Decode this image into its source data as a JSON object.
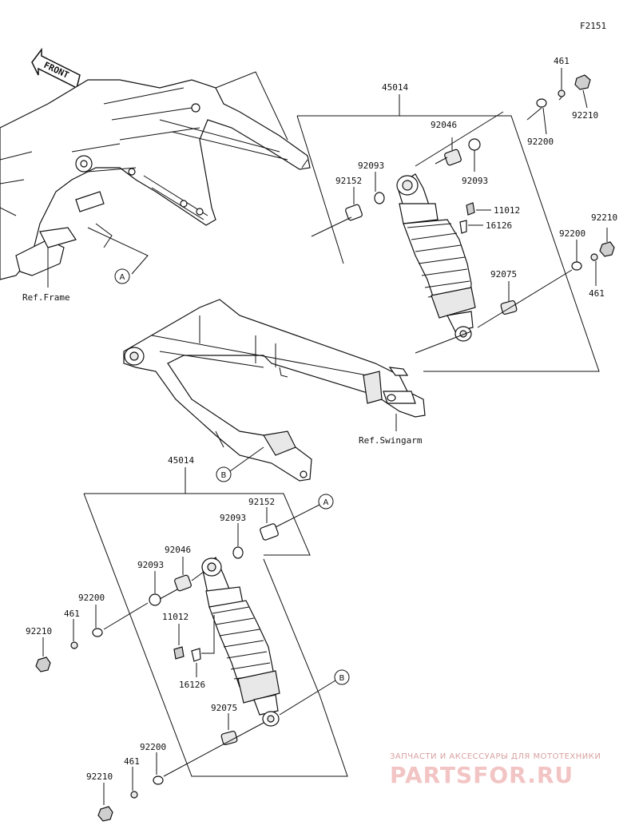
{
  "figure_code": "F2151",
  "front_label": "FRONT",
  "refs": {
    "frame": "Ref.Frame",
    "swingarm": "Ref.Swingarm"
  },
  "callouts": {
    "a": "A",
    "b": "B"
  },
  "upper_assembly": {
    "assembly_no": "45014",
    "parts": {
      "p92046": "92046",
      "p92093_left": "92093",
      "p92093_right": "92093",
      "p92152": "92152",
      "p11012": "11012",
      "p16126": "16126",
      "p92075": "92075",
      "p92200_top": "92200",
      "p92200_mid": "92200",
      "p461_top": "461",
      "p461_mid": "461",
      "p92210_top": "92210",
      "p92210_mid": "92210"
    }
  },
  "lower_assembly": {
    "assembly_no": "45014",
    "parts": {
      "p92152": "92152",
      "p92093_top": "92093",
      "p92046": "92046",
      "p92093_left": "92093",
      "p92200_left": "92200",
      "p461_left": "461",
      "p92210_left": "92210",
      "p11012": "11012",
      "p16126": "16126",
      "p92075": "92075",
      "p92200_bottom": "92200",
      "p461_bottom": "461",
      "p92210_bottom": "92210"
    }
  },
  "watermark": {
    "line1": "ЗАПЧАСТИ И АКСЕССУАРЫ ДЛЯ МОТОТЕХНИКИ",
    "line2": "PARTSFOR.RU"
  }
}
